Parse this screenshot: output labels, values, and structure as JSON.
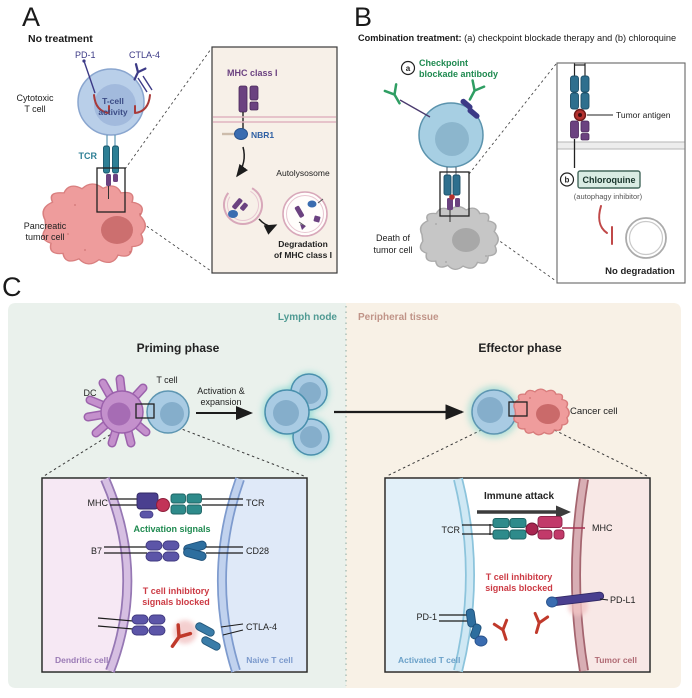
{
  "panel_a": {
    "letter": "A",
    "title": "No treatment",
    "pd1": "PD-1",
    "ctla4": "CTLA-4",
    "cytotoxic_l1": "Cytotoxic",
    "cytotoxic_l2": "T cell",
    "activity_l1": "T-cell",
    "activity_l2": "activity",
    "tcr": "TCR",
    "tumor_l1": "Pancreatic",
    "tumor_l2": "tumor cell",
    "inset": {
      "mhc": "MHC class I",
      "nbr1": "NBR1",
      "autolysosome": "Autolysosome",
      "degradation_l1": "Degradation",
      "degradation_l2": "of MHC class I"
    }
  },
  "panel_b": {
    "letter": "B",
    "title_bold": "Combination treatment:",
    "title_rest": " (a) checkpoint blockade therapy and (b) chloroquine",
    "badge_a": "a",
    "antibody_l1": "Checkpoint",
    "antibody_l2": "blockade antibody",
    "death_l1": "Death of",
    "death_l2": "tumor cell",
    "inset": {
      "tumor_antigen": "Tumor antigen",
      "badge_b": "b",
      "chloroquine": "Chloroquine",
      "autophagy": "(autophagy inhibitor)",
      "no_degradation": "No degradation"
    }
  },
  "panel_c": {
    "letter": "C",
    "lymph_node": "Lymph node",
    "peripheral_tissue": "Peripheral tissue",
    "priming_phase": "Priming phase",
    "effector_phase": "Effector phase",
    "dc": "DC",
    "t_cell": "T cell",
    "activation_l1": "Activation &",
    "activation_l2": "expansion",
    "cancer_cell": "Cancer cell",
    "left_inset": {
      "mhc": "MHC",
      "tcr": "TCR",
      "activation_signals": "Activation signals",
      "b7": "B7",
      "cd28": "CD28",
      "inhibitory_l1": "T cell inhibitory",
      "inhibitory_l2": "signals blocked",
      "ctla4": "CTLA-4",
      "dendritic_cell": "Dendritic cell",
      "naive_t_cell": "Naive T cell"
    },
    "right_inset": {
      "immune_attack": "Immune attack",
      "tcr": "TCR",
      "mhc": "MHC",
      "inhibitory_l1": "T cell inhibitory",
      "inhibitory_l2": "signals blocked",
      "pd1": "PD-1",
      "pdl1": "PD-L1",
      "activated_t_cell": "Activated T cell",
      "tumor_cell": "Tumor cell"
    }
  },
  "colors": {
    "t_cell_fill": "#a9cbe3",
    "tumor_pink": "#ee9c9c",
    "tumor_grey": "#c6c6c6",
    "mhc_purple": "#6b4280",
    "tcr_teal": "#2d7f95",
    "checkpoint_green": "#1f8a50",
    "inhibition_red": "#c0392b",
    "navy_receptor": "#3c3a86",
    "lymph_node_bg": "#eaf1ec",
    "peripheral_bg": "#f8f1e6",
    "lymph_label": "#4f9a93",
    "peripheral_label": "#c09488",
    "chloroquine_box": "#d9ece3"
  }
}
